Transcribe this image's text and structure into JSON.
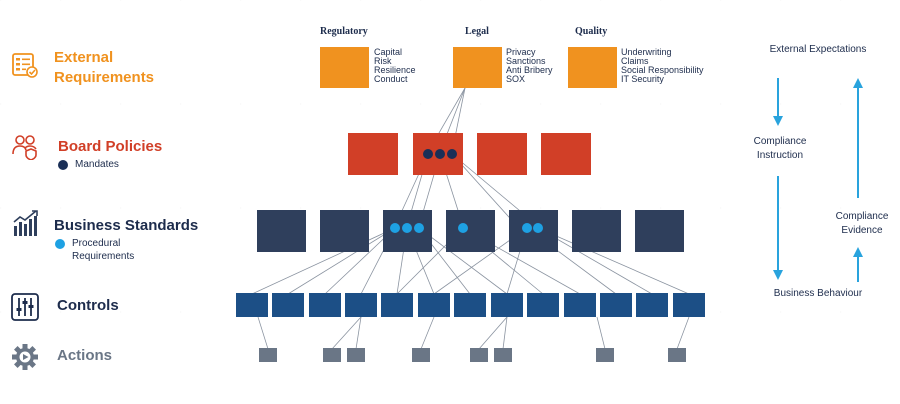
{
  "levels": {
    "external": {
      "title_line1": "External",
      "title_line2": "Requirements"
    },
    "board": {
      "title": "Board Policies",
      "legend": "Mandates"
    },
    "standards": {
      "title": "Business Standards",
      "legend_line1": "Procedural",
      "legend_line2": "Requirements"
    },
    "controls": {
      "title": "Controls"
    },
    "actions": {
      "title": "Actions"
    }
  },
  "categories": [
    {
      "title": "Regulatory",
      "items": [
        "Capital",
        "Risk",
        "Resilience",
        "Conduct"
      ]
    },
    {
      "title": "Legal",
      "items": [
        "Privacy",
        "Sanctions",
        "Anti Bribery",
        "SOX"
      ]
    },
    {
      "title": "Quality",
      "items": [
        "Underwriting",
        "Claims",
        "Social Responsibility",
        "IT Security"
      ]
    }
  ],
  "flow": {
    "top_label": "External Expectations",
    "instruction_line1": "Compliance",
    "instruction_line2": "Instruction",
    "evidence_line1": "Compliance",
    "evidence_line2": "Evidence",
    "bottom_label": "Business Behaviour"
  },
  "colors": {
    "orange": "#f0921f",
    "red": "#d13f27",
    "navy_dark": "#2f3f5c",
    "blue_control": "#1c4f86",
    "gray_action": "#6a7686",
    "dot_navy": "#1a2f57",
    "dot_light": "#1ea1e3",
    "arrow": "#29a3dd",
    "text_navy": "#1d2c4c"
  },
  "icons": [
    "checklist-icon",
    "people-shield-icon",
    "bar-chart-icon",
    "sliders-icon",
    "gear-play-icon"
  ]
}
